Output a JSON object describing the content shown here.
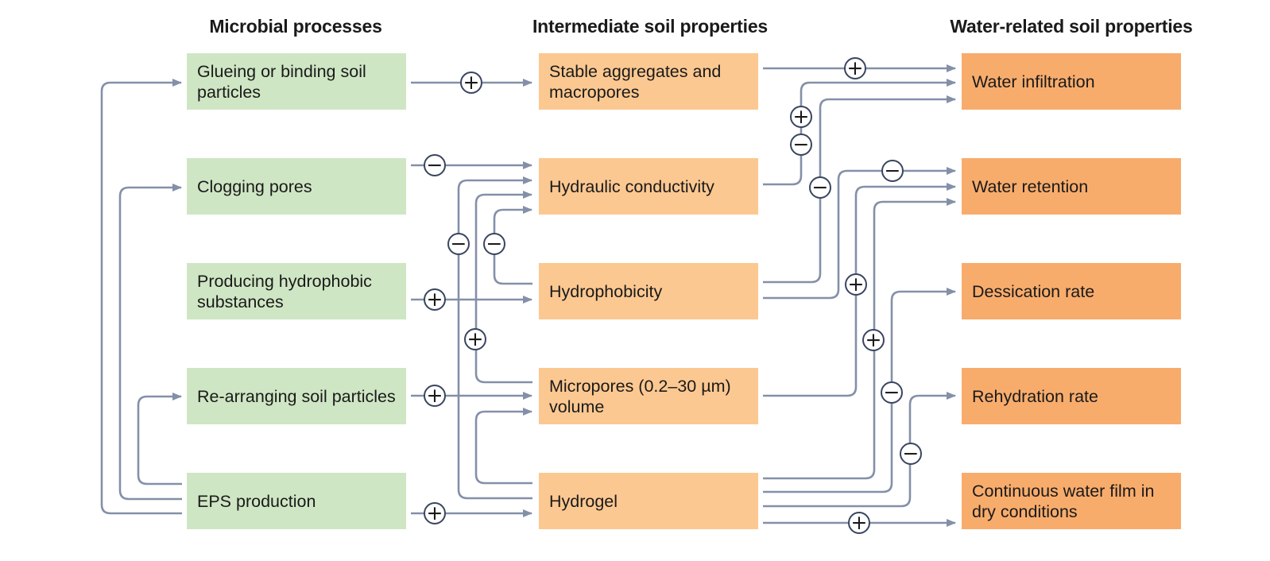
{
  "headings": {
    "microbial": "Microbial processes",
    "intermediate": "Intermediate soil properties",
    "water": "Water-related soil properties"
  },
  "microbial_processes": [
    "Glueing or binding soil particles",
    "Clogging pores",
    "Producing hydrophobic substances",
    "Re-arranging soil particles",
    "EPS production"
  ],
  "intermediate_properties": [
    "Stable aggregates and macropores",
    "Hydraulic conductivity",
    "Hydrophobicity",
    "Micropores (0.2–30 µm) volume",
    "Hydrogel"
  ],
  "water_properties": [
    "Water infiltration",
    "Water retention",
    "Dessication rate",
    "Rehydration rate",
    "Continuous water film in dry conditions"
  ],
  "colors": {
    "microbial_box": "#cfe6c4",
    "intermediate_box": "#fcc891",
    "water_box": "#f8ac6c",
    "connector": "#8490a8"
  },
  "effect_signs": {
    "positive": "+",
    "negative": "−"
  },
  "links": [
    {
      "from": "Glueing or binding soil particles",
      "to": "Stable aggregates and macropores",
      "effect": "positive"
    },
    {
      "from": "Clogging pores",
      "to": "Hydraulic conductivity",
      "effect": "negative"
    },
    {
      "from": "Producing hydrophobic substances",
      "to": "Hydrophobicity",
      "effect": "positive"
    },
    {
      "from": "Re-arranging soil particles",
      "to": "Micropores (0.2–30 µm) volume",
      "effect": "positive"
    },
    {
      "from": "EPS production",
      "to": "Hydrogel",
      "effect": "positive"
    },
    {
      "from": "EPS production",
      "to": "Glueing or binding soil particles",
      "effect": "none"
    },
    {
      "from": "EPS production",
      "to": "Clogging pores",
      "effect": "none"
    },
    {
      "from": "EPS production",
      "to": "Re-arranging soil particles",
      "effect": "none"
    },
    {
      "from": "Hydrophobicity",
      "to": "Hydraulic conductivity",
      "effect": "negative"
    },
    {
      "from": "Hydrogel",
      "to": "Hydraulic conductivity",
      "effect": "negative"
    },
    {
      "from": "Micropores (0.2–30 µm) volume",
      "to": "Hydraulic conductivity",
      "effect": "positive"
    },
    {
      "from": "Hydrogel",
      "to": "Micropores (0.2–30 µm) volume",
      "effect": "none"
    },
    {
      "from": "Stable aggregates and macropores",
      "to": "Water infiltration",
      "effect": "positive"
    },
    {
      "from": "Hydraulic conductivity",
      "to": "Water infiltration",
      "effect": "positive"
    },
    {
      "from": "Hydrophobicity",
      "to": "Water infiltration",
      "effect": "negative"
    },
    {
      "from": "Hydrophobicity",
      "to": "Water retention",
      "effect": "negative"
    },
    {
      "from": "Micropores (0.2–30 µm) volume",
      "to": "Water retention",
      "effect": "positive"
    },
    {
      "from": "Hydrogel",
      "to": "Water retention",
      "effect": "positive"
    },
    {
      "from": "Hydrogel",
      "to": "Dessication rate",
      "effect": "negative"
    },
    {
      "from": "Hydrogel",
      "to": "Rehydration rate",
      "effect": "negative"
    },
    {
      "from": "Hydrogel",
      "to": "Continuous water film in dry conditions",
      "effect": "positive"
    }
  ]
}
